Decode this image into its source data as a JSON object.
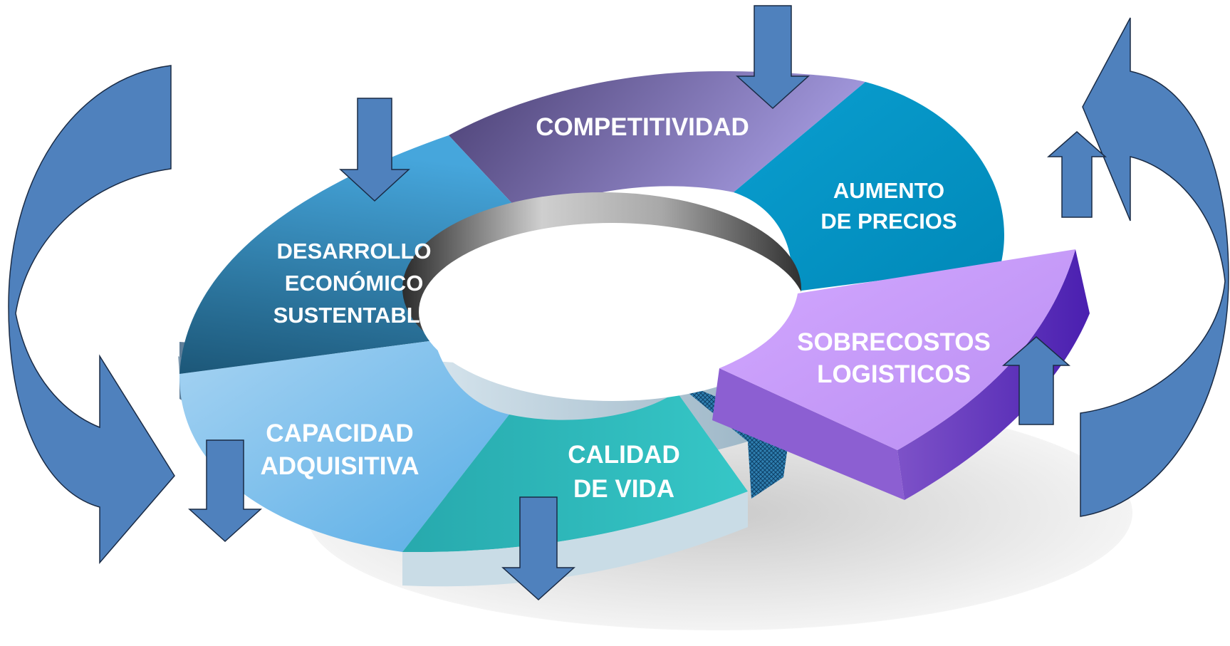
{
  "diagram": {
    "segments": [
      {
        "id": "competitividad",
        "lines": [
          "COMPETITIVIDAD"
        ],
        "color": "#6f63a8"
      },
      {
        "id": "aumento-de-precios",
        "lines": [
          "AUMENTO",
          "DE PRECIOS"
        ],
        "color": "#0a9ccc"
      },
      {
        "id": "sobrecostos-logisticos",
        "lines": [
          "SOBRECOSTOS",
          "LOGISTICOS"
        ],
        "color": "#c79af5"
      },
      {
        "id": "calidad-de-vida",
        "lines": [
          "CALIDAD",
          "DE VIDA"
        ],
        "color": "#2fbcbc"
      },
      {
        "id": "capacidad-adquisitiva",
        "lines": [
          "CAPACIDAD",
          "ADQUISITIVA"
        ],
        "color": "#7ec2ec"
      },
      {
        "id": "desarrollo-economico-sustentable",
        "lines": [
          "DESARROLLO",
          "ECONÓMICO",
          "SUSTENTABLE"
        ],
        "color": "#2f6f9c"
      }
    ],
    "arrows": {
      "down": [
        "competitividad",
        "desarrollo-economico-sustentable",
        "capacidad-adquisitiva",
        "calidad-de-vida"
      ],
      "up": [
        "aumento-de-precios",
        "sobrecostos-logisticos"
      ]
    },
    "arrow_color": "#4f81bd"
  }
}
